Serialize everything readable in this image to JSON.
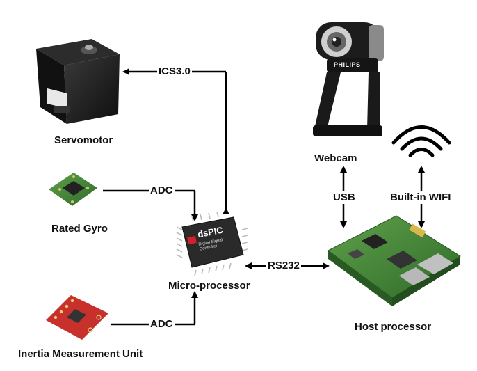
{
  "nodes": {
    "servomotor": {
      "label": "Servomotor"
    },
    "gyro": {
      "label": "Rated Gyro"
    },
    "imu": {
      "label": "Inertia Measurement Unit"
    },
    "mcu": {
      "label": "Micro-processor",
      "chip_brand": "dsPIC",
      "chip_sub": "Digital Signal Controller"
    },
    "webcam": {
      "label": "Webcam",
      "brand": "PHILIPS"
    },
    "host": {
      "label": "Host processor"
    }
  },
  "connections": {
    "servo_link": "ICS3.0",
    "gyro_link": "ADC",
    "imu_link": "ADC",
    "serial_link": "RS232",
    "usb_link": "USB",
    "wifi_link": "Built-in WIFI"
  },
  "colors": {
    "line": "#000000",
    "pcb_green": "#4c8a3c",
    "pcb_red": "#c8302c",
    "servo_black": "#1a1a1a",
    "chip_body": "#2a2a2a",
    "pic_red": "#d4202a"
  },
  "icons": [
    "wifi-icon"
  ]
}
